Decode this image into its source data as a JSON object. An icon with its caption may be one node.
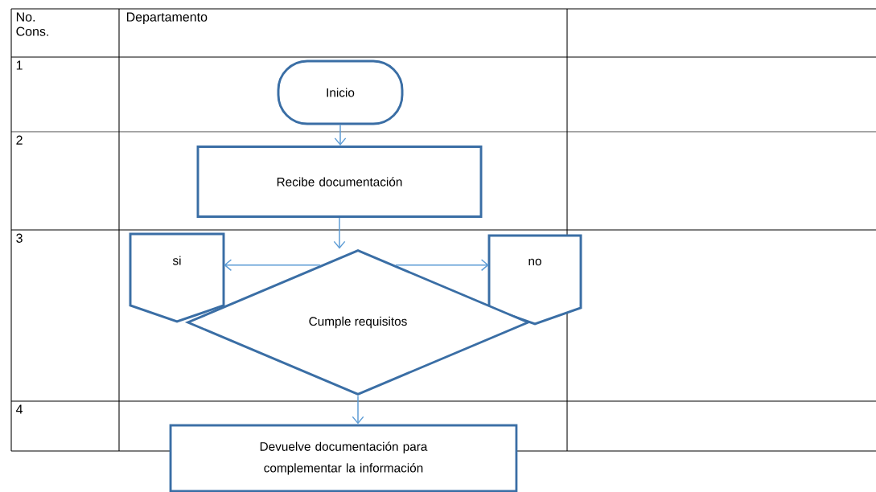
{
  "diagram": {
    "nodes": [
      {
        "text": [
          "Inicio"
        ]
      },
      {
        "text": [
          "Recibe documentación"
        ]
      },
      {
        "text": [
          "Cumple requisitos"
        ]
      },
      {
        "text": [
          "si"
        ]
      },
      {
        "text": [
          "no"
        ]
      },
      {
        "text": [
          "Devuelve documentación para complementar la información"
        ]
      }
    ],
    "edges": [
      {
        "from": 0,
        "to": 1,
        "arrow": "to"
      },
      {
        "from": 1,
        "to": 2,
        "arrow": "to"
      },
      {
        "from": 2,
        "to": 3,
        "arrow": "to"
      },
      {
        "from": 2,
        "to": 4,
        "arrow": "to"
      },
      {
        "from": 2,
        "to": 5,
        "arrow": "to"
      }
    ],
    "labels": [
      "No. Cons.",
      "Departamento",
      "1",
      "2",
      "3",
      "4"
    ]
  }
}
